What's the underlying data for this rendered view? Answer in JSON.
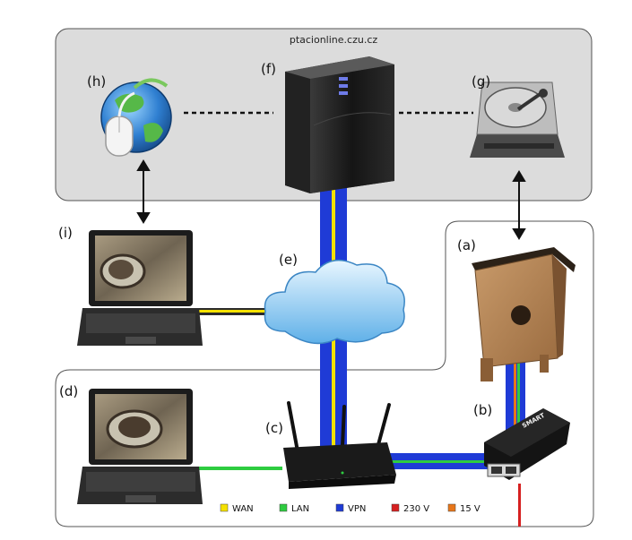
{
  "server_region": {
    "title": "ptacionline.czu.cz"
  },
  "nodes": {
    "h": {
      "label": "(h)",
      "icon": "web-globe-mouse-icon"
    },
    "f": {
      "label": "(f)",
      "icon": "server-tower-icon"
    },
    "g": {
      "label": "(g)",
      "icon": "hard-drive-icon"
    },
    "i": {
      "label": "(i)",
      "icon": "laptop-icon"
    },
    "e": {
      "label": "(e)",
      "icon": "internet-cloud-icon"
    },
    "a": {
      "label": "(a)",
      "icon": "birdhouse-camera-icon"
    },
    "d": {
      "label": "(d)",
      "icon": "laptop-icon"
    },
    "c": {
      "label": "(c)",
      "icon": "router-icon"
    },
    "b": {
      "label": "(b)",
      "icon": "poe-injector-icon"
    }
  },
  "device_text": {
    "poe_brand": "SMART"
  },
  "legend": [
    {
      "label": "WAN",
      "color": "#f5e100"
    },
    {
      "label": "LAN",
      "color": "#2ecc40"
    },
    {
      "label": "VPN",
      "color": "#1f3bd6"
    },
    {
      "label": "230 V",
      "color": "#d62020"
    },
    {
      "label": "15 V",
      "color": "#e8761a"
    }
  ],
  "colors": {
    "wan": "#f5e100",
    "lan": "#2ecc40",
    "vpn": "#1f3bd6",
    "v230": "#d62020",
    "v15": "#e8761a",
    "panel": "#dcdcdc"
  }
}
